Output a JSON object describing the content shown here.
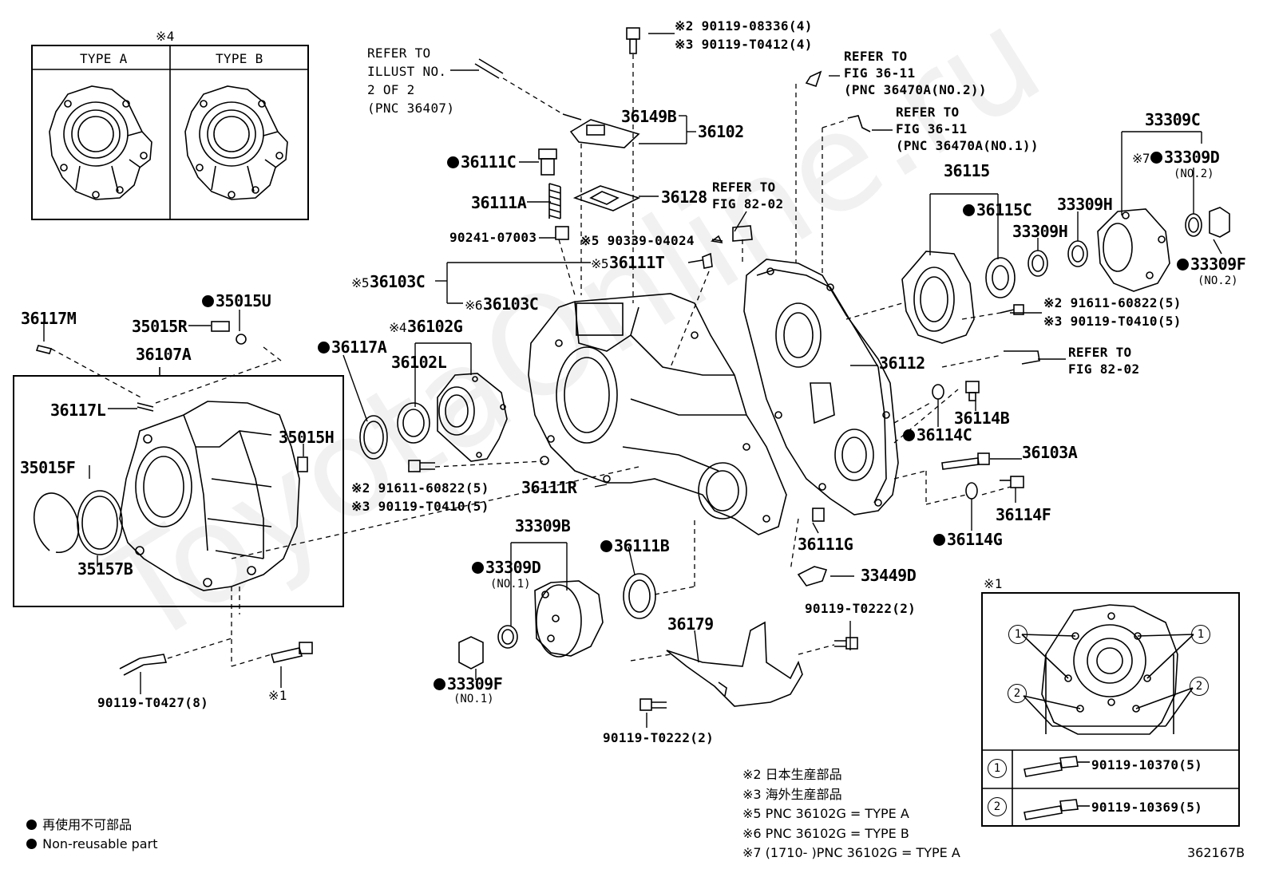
{
  "diagram_id": "362167B",
  "watermark": "ToyotaOnline.ru",
  "inset_top": {
    "note": "※4",
    "type_a": "TYPE A",
    "type_b": "TYPE B"
  },
  "refer_notes": {
    "illust": [
      "REFER TO",
      "ILLUST NO.",
      "2 OF 2",
      "(PNC 36407)"
    ],
    "fig36_11_no2": [
      "REFER TO",
      "FIG 36-11",
      "(PNC 36470A(NO.2))"
    ],
    "fig36_11_no1": [
      "REFER TO",
      "FIG 36-11",
      "(PNC 36470A(NO.1))"
    ],
    "fig82_02_top": [
      "REFER TO",
      "FIG 82-02"
    ],
    "fig82_02_right": [
      "REFER TO",
      "FIG 82-02"
    ]
  },
  "bolt_top": [
    "※2 90119-08336(4)",
    "※3 90119-T0412(4)"
  ],
  "bolt_mid_left": [
    "※2 91611-60822(5)",
    "※3 90119-T0410(5)"
  ],
  "bolt_mid_right": [
    "※2 91611-60822(5)",
    "※3 90119-T0410(5)"
  ],
  "parts": {
    "p36149B": "36149B",
    "p36102": "36102",
    "p36111C": "36111C",
    "p36111A": "36111A",
    "p36128": "36128",
    "p90241": "90241-07003",
    "p90339": "90339-04024",
    "p90339_pfx": "※5",
    "p36111T": "36111T",
    "p36111T_pfx": "※5",
    "p36103C_a": "36103C",
    "p36103C_a_pfx": "※5",
    "p36103C_b": "36103C",
    "p36103C_b_pfx": "※6",
    "p35015U": "35015U",
    "p35015R": "35015R",
    "p36117M": "36117M",
    "p36107A": "36107A",
    "p36117A": "36117A",
    "p36102G": "36102G",
    "p36102G_pfx": "※4",
    "p36102L": "36102L",
    "p36117L": "36117L",
    "p35015H": "35015H",
    "p35015F": "35015F",
    "p35157B": "35157B",
    "p36111R": "36111R",
    "p33309B": "33309B",
    "p33309D_l": "33309D",
    "p33309D_l_sub": "(NO.1)",
    "p33309F_l": "33309F",
    "p33309F_l_sub": "(NO.1)",
    "p36111B": "36111B",
    "p36179": "36179",
    "p90119T0427": "90119-T0427(8)",
    "p_note1": "※1",
    "p90119T0222_a": "90119-T0222(2)",
    "p90119T0222_b": "90119-T0222(2)",
    "p36111G": "36111G",
    "p33449D": "33449D",
    "p36112": "36112",
    "p36115": "36115",
    "p36115C": "36115C",
    "p33309H_a": "33309H",
    "p33309H_b": "33309H",
    "p33309C": "33309C",
    "p33309D_r": "33309D",
    "p33309D_r_pfx": "※7",
    "p33309D_r_sub": "(NO.2)",
    "p33309F_r": "33309F",
    "p33309F_r_sub": "(NO.2)",
    "p36114B": "36114B",
    "p36114C": "36114C",
    "p36103A": "36103A",
    "p36114F": "36114F",
    "p36114G": "36114G"
  },
  "inset_bottom": {
    "note": "※1",
    "row1_num": "1",
    "row1_part": "90119-10370(5)",
    "row2_num": "2",
    "row2_part": "90119-10369(5)"
  },
  "footnotes": [
    "※2 日本生産部品",
    "※3 海外生産部品",
    "※5 PNC 36102G = TYPE A",
    "※6 PNC 36102G = TYPE B",
    "※7 (1710-      )PNC 36102G = TYPE A"
  ],
  "legend": {
    "jp": "再使用不可部品",
    "en": "Non-reusable part"
  }
}
